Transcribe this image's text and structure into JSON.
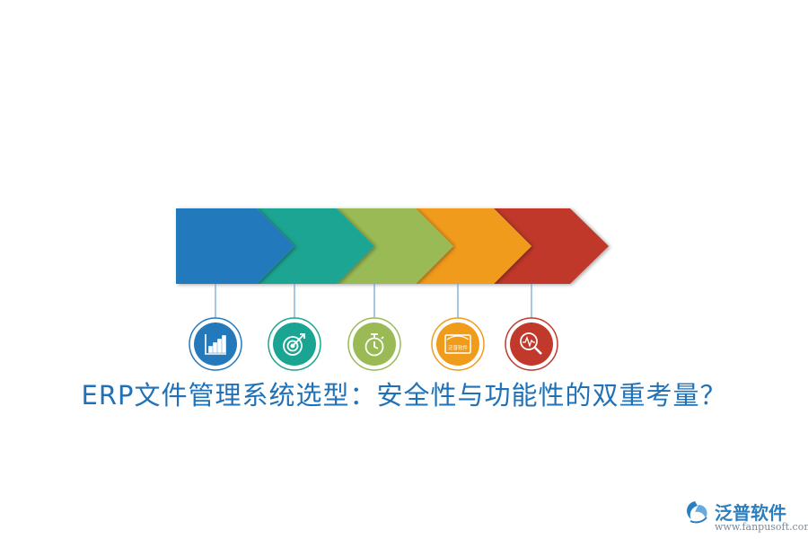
{
  "title": "ERP文件管理系统选型：安全性与功能性的双重考量？",
  "colors": {
    "title": "#1f72b8",
    "segments": [
      "#2479bb",
      "#1aa592",
      "#99ba55",
      "#f19b1a",
      "#c0392b"
    ]
  },
  "steps": [
    {
      "icon": "bar-chart-icon",
      "color": "#2479bb"
    },
    {
      "icon": "target-icon",
      "color": "#1aa592"
    },
    {
      "icon": "stopwatch-icon",
      "color": "#99ba55"
    },
    {
      "icon": "display-board-icon",
      "color": "#f19b1a",
      "icon_text": "泛普软件"
    },
    {
      "icon": "magnifier-pulse-icon",
      "color": "#c0392b"
    }
  ],
  "brand": {
    "name": "泛普软件",
    "url": "www.fanpusoft.com"
  }
}
